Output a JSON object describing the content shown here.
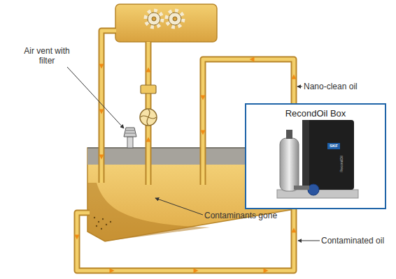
{
  "diagram": {
    "nodes": [
      {
        "text": [
          "RecondOil Box"
        ]
      }
    ],
    "labels": [
      "Air vent with filter",
      "Nano-clean oil",
      "Contaminants gone",
      "Contaminated oil",
      "SKF",
      "RecondOil"
    ]
  }
}
